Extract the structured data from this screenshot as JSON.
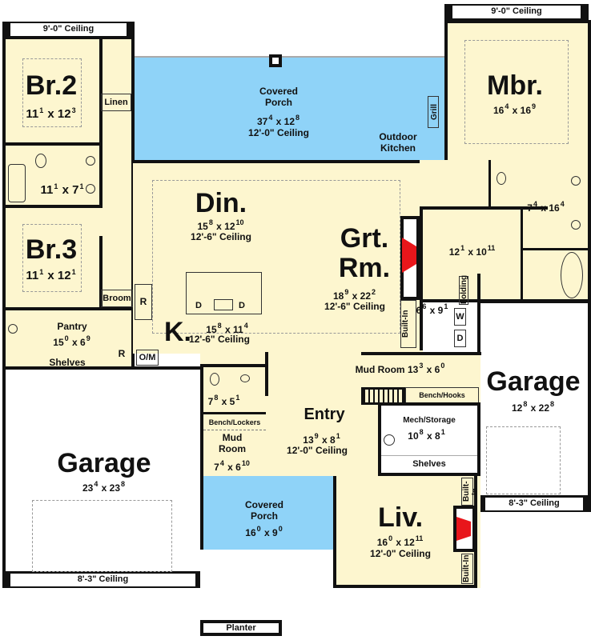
{
  "ceilings": {
    "br_wing": "9'-0\" Ceiling",
    "mbr_wing": "9'-0\" Ceiling",
    "garage_right": "8'-3\" Ceiling",
    "garage_left": "8'-3\" Ceiling"
  },
  "rooms": {
    "br2": {
      "name": "Br.2",
      "dim": {
        "w": "11",
        "wi": "1",
        "h": "12",
        "hi": "3"
      }
    },
    "bath_hall": {
      "dim": {
        "w": "11",
        "wi": "1",
        "h": "7",
        "hi": "1"
      }
    },
    "br3": {
      "name": "Br.3",
      "dim": {
        "w": "11",
        "wi": "1",
        "h": "12",
        "hi": "1"
      }
    },
    "linen": {
      "name": "Linen"
    },
    "broom": {
      "name": "Broom"
    },
    "pantry": {
      "name": "Pantry",
      "dim": {
        "w": "15",
        "wi": "0",
        "h": "6",
        "hi": "9"
      },
      "shelves": "Shelves"
    },
    "porch_back": {
      "name": "Covered Porch",
      "dim": {
        "w": "37",
        "wi": "4",
        "h": "12",
        "hi": "8"
      },
      "ceiling": "12'-0\" Ceiling"
    },
    "grill": {
      "name": "Grill"
    },
    "outdoor_kitchen": {
      "name": "Outdoor Kitchen"
    },
    "din": {
      "name": "Din.",
      "dim": {
        "w": "15",
        "wi": "8",
        "h": "12",
        "hi": "10"
      },
      "ceiling": "12'-6\" Ceiling"
    },
    "kitchen": {
      "name": "K.",
      "dim": {
        "w": "15",
        "wi": "8",
        "h": "11",
        "hi": "4"
      },
      "ceiling": "12'-6\" Ceiling",
      "fridge": "R",
      "fridge2": "R",
      "om": "O/M",
      "dw1": "D",
      "dw2": "D"
    },
    "grt": {
      "name": "Grt. Rm.",
      "dim": {
        "w": "18",
        "wi": "9",
        "h": "22",
        "hi": "2"
      },
      "ceiling": "12'-6\" Ceiling",
      "builtin": "Built-In"
    },
    "mbr": {
      "name": "Mbr.",
      "dim": {
        "w": "16",
        "wi": "4",
        "h": "16",
        "hi": "9"
      }
    },
    "mbath": {
      "dim": {
        "w": "7",
        "wi": "4",
        "h": "16",
        "hi": "4"
      }
    },
    "wic": {
      "dim": {
        "w": "12",
        "wi": "1",
        "h": "10",
        "hi": "11"
      }
    },
    "laundry": {
      "dim": {
        "w": "6",
        "wi": "6",
        "h": "9",
        "hi": "1"
      },
      "folding": "Folding",
      "washer": "W",
      "dryer": "D"
    },
    "mud_right": {
      "name": "Mud Room",
      "dim": {
        "w": "13",
        "wi": "3",
        "h": "6",
        "hi": "0"
      },
      "bench": "Bench/Hooks"
    },
    "garage_right": {
      "name": "Garage",
      "dim": {
        "w": "12",
        "wi": "8",
        "h": "22",
        "hi": "8"
      }
    },
    "mech": {
      "name": "Mech/Storage",
      "dim": {
        "w": "10",
        "wi": "8",
        "h": "8",
        "hi": "1"
      },
      "shelves": "Shelves"
    },
    "powder": {
      "dim": {
        "w": "7",
        "wi": "8",
        "h": "5",
        "hi": "1"
      }
    },
    "mud_left": {
      "name": "Mud Room",
      "dim": {
        "w": "7",
        "wi": "4",
        "h": "6",
        "hi": "10"
      },
      "bench": "Bench/Lockers"
    },
    "entry": {
      "name": "Entry",
      "dim": {
        "w": "13",
        "wi": "9",
        "h": "8",
        "hi": "1"
      },
      "ceiling": "12'-0\" Ceiling"
    },
    "garage_left": {
      "name": "Garage",
      "dim": {
        "w": "23",
        "wi": "4",
        "h": "23",
        "hi": "8"
      }
    },
    "porch_front": {
      "name": "Covered Porch",
      "dim": {
        "w": "16",
        "wi": "0",
        "h": "9",
        "hi": "0"
      }
    },
    "liv": {
      "name": "Liv.",
      "dim": {
        "w": "16",
        "wi": "0",
        "h": "12",
        "hi": "11"
      },
      "ceiling": "12'-0\" Ceiling",
      "builtin1": "Built-In",
      "builtin2": "Built-In"
    },
    "planter": {
      "name": "Planter"
    }
  },
  "colors": {
    "interior": "#fdf6cf",
    "porch": "#8fd3f8",
    "fireplace": "#e8161b",
    "wall": "#111111"
  },
  "icons": [
    "fireplace-icon",
    "toilet-icon",
    "sink-icon",
    "bathtub-icon",
    "washer-icon",
    "dryer-icon",
    "water-heater-icon"
  ]
}
